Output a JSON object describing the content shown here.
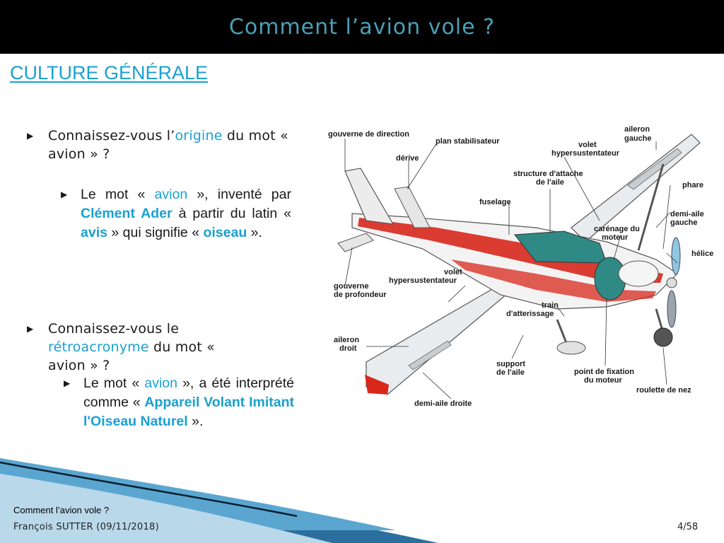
{
  "slide": {
    "title": "Comment l’avion vole ?",
    "section_title": "CULTURE GÉNÉRALE"
  },
  "content": {
    "q1": {
      "part1": "Connaissez-vous l’",
      "hl": "origine",
      "part2": " du mot « avion » ?"
    },
    "a1": {
      "p1": "Le mot « ",
      "avion": "avion",
      "p2": " », inventé par ",
      "ader": "Clément Ader",
      "p3": " à partir du latin « ",
      "avis": "avis",
      "p4": " » qui signifie « ",
      "oiseau": "oiseau",
      "p5": " »."
    },
    "q2": {
      "part1": "Connaissez-vous le ",
      "hl": "rétroacronyme",
      "part2": " du mot « avion » ?"
    },
    "a2": {
      "p1": "Le mot « ",
      "avion": "avion",
      "p2": " », a été interprété comme « ",
      "acronym": "Appareil Volant Imitant l'Oiseau Naturel",
      "p3": " »."
    }
  },
  "diagram": {
    "labels": {
      "gouverne_direction": "gouverne de direction",
      "plan_stabilisateur": "plan stabilisateur",
      "derive": "dérive",
      "volet_hyper_top_1": "volet",
      "volet_hyper_top_2": "hypersustentateur",
      "aileron_gauche_1": "aileron",
      "aileron_gauche_2": "gauche",
      "structure_1": "structure d'attache",
      "structure_2": "de l'aile",
      "phare": "phare",
      "fuselage": "fuselage",
      "demi_aile_gauche_1": "demi-aile",
      "demi_aile_gauche_2": "gauche",
      "carenage_1": "carénage du",
      "carenage_2": "moteur",
      "helice": "hélice",
      "volet_hyper_bot_1": "volet",
      "volet_hyper_bot_2": "hypersustentateur",
      "gouverne_profondeur_1": "gouverne",
      "gouverne_profondeur_2": "de profondeur",
      "train_1": "train",
      "train_2": "d'atterissage",
      "aileron_droit_1": "aileron",
      "aileron_droit_2": "droit",
      "support_1": "support",
      "support_2": "de l'aile",
      "point_fixation_1": "point de fixation",
      "point_fixation_2": "du moteur",
      "roulette": "roulette de nez",
      "demi_aile_droite": "demi-aile droite"
    }
  },
  "footer": {
    "title": "Comment l’avion vole ?",
    "author": "François SUTTER (09/11/2018)",
    "page": "4/58"
  },
  "colors": {
    "accent": "#1aa0d0",
    "title_text": "#4a9fb5",
    "title_bar": "#000000",
    "stripe_red": "#d8281c",
    "footer_blue": "#2a6f9e"
  }
}
